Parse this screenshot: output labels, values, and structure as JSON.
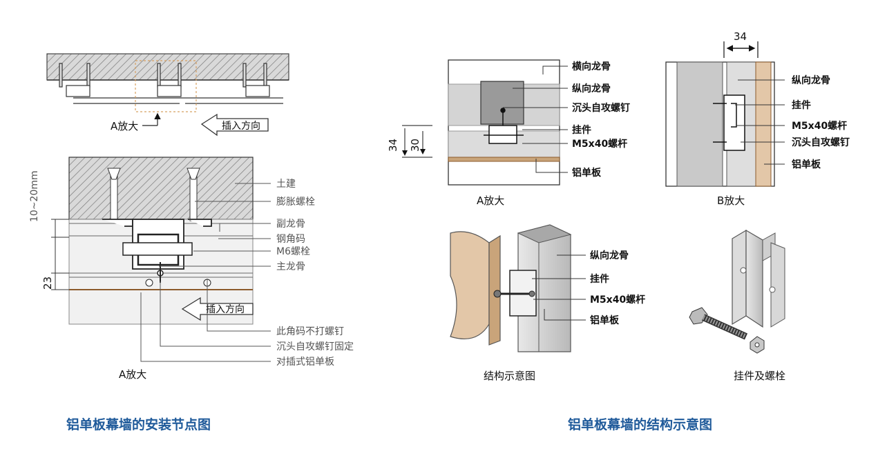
{
  "left": {
    "top_detail": {
      "zoom_label": "A放大",
      "insert_label": "插入方向"
    },
    "a_detail": {
      "dim_side": "10~20mm",
      "dim_bottom": "23",
      "insert_label": "插入方向",
      "caption": "A放大",
      "callouts": [
        "土建",
        "膨胀螺栓",
        "副龙骨",
        "钢角码",
        "M6螺栓",
        "主龙骨",
        "此角码不打螺钉",
        "沉头自攻螺钉固定",
        "对插式铝单板"
      ]
    },
    "title": "铝单板幕墙的安装节点图"
  },
  "right": {
    "a_zoom": {
      "dim_outer": "34",
      "dim_inner": "30",
      "callouts": [
        "横向龙骨",
        "纵向龙骨",
        "沉头自攻螺钉",
        "挂件",
        "M5x40螺杆",
        "铝单板"
      ],
      "caption": "A放大"
    },
    "b_zoom": {
      "dim_top": "34",
      "callouts": [
        "纵向龙骨",
        "挂件",
        "M5x40螺杆",
        "沉头自攻螺钉",
        "铝单板"
      ],
      "caption": "B放大"
    },
    "structure": {
      "callouts": [
        "纵向龙骨",
        "挂件",
        "M5x40螺杆",
        "铝单板"
      ],
      "caption": "结构示意图"
    },
    "hanger": {
      "caption": "挂件及螺栓"
    },
    "title": "铝单板幕墙的结构示意图"
  },
  "colors": {
    "title_blue": "#1f5a9a",
    "panel_wood": "#e3c7a8",
    "steel_grey": "#c9c9c9",
    "hatch": "#8c8c8c"
  }
}
